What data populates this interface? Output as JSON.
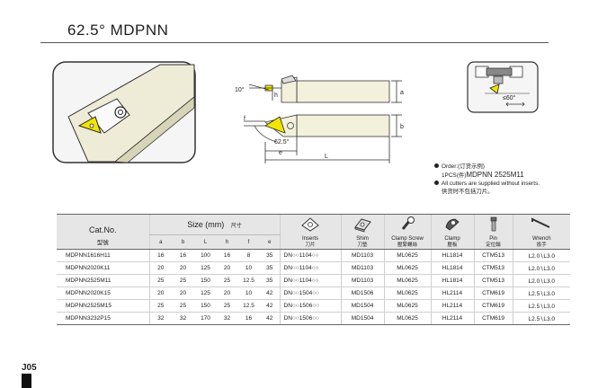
{
  "title": "62.5°  MDPNN",
  "drawing": {
    "angle_10": "10°",
    "dim_h": "h",
    "dim_f": "f",
    "dim_a": "a",
    "dim_b": "b",
    "dim_e": "e",
    "dim_L": "L",
    "angle_62": "62.5°",
    "angle_60": "≤60°"
  },
  "order": {
    "line1": "Order:(订货示例)",
    "line2_prefix": "1PCS(件)",
    "line2_model": "MDPNN 2525M11",
    "line3": "All cutters are supplied without inserts.",
    "line4": "供货时不包括刀片。"
  },
  "table": {
    "catno_en": "Cat.No.",
    "catno_cn": "型號",
    "size_label": "Size (mm)",
    "size_cn": "尺寸",
    "dims": [
      "a",
      "b",
      "L",
      "h",
      "f",
      "e"
    ],
    "parts": [
      {
        "en": "Inserts",
        "cn": "刀片"
      },
      {
        "en": "Shim",
        "cn": "刀墊"
      },
      {
        "en": "Clamp Screw",
        "cn": "壓緊螺絲"
      },
      {
        "en": "Clamp",
        "cn": "壓板"
      },
      {
        "en": "Pin",
        "cn": "定位銷"
      },
      {
        "en": "Wrench",
        "cn": "扳手"
      }
    ],
    "rows": [
      {
        "cat": "MDPNN1616H11",
        "a": "16",
        "b": "16",
        "L": "100",
        "h": "16",
        "f": "8",
        "e": "35",
        "insert": "DN○○1104○○",
        "shim": "MD1103",
        "screw": "ML0625",
        "clamp": "HL1814",
        "pin": "CTM513",
        "wrench": "L2.0∖L3.0"
      },
      {
        "cat": "MDPNN2020K11",
        "a": "20",
        "b": "20",
        "L": "125",
        "h": "20",
        "f": "10",
        "e": "35",
        "insert": "DN○○1104○○",
        "shim": "MD1103",
        "screw": "ML0625",
        "clamp": "HL1814",
        "pin": "CTM513",
        "wrench": "L2.0∖L3.0"
      },
      {
        "cat": "MDPNN2525M11",
        "a": "25",
        "b": "25",
        "L": "150",
        "h": "25",
        "f": "12.5",
        "e": "35",
        "insert": "DN○○1104○○",
        "shim": "MD1103",
        "screw": "ML0625",
        "clamp": "HL1814",
        "pin": "CTM513",
        "wrench": "L2.0∖L3.0"
      },
      {
        "cat": "MDPNN2020K15",
        "a": "20",
        "b": "20",
        "L": "125",
        "h": "20",
        "f": "10",
        "e": "42",
        "insert": "DN○○1504○○",
        "shim": "MD1506",
        "screw": "ML0625",
        "clamp": "HL2114",
        "pin": "CTM619",
        "wrench": "L2.5∖L3.0"
      },
      {
        "cat": "MDPNN2525M15",
        "a": "25",
        "b": "25",
        "L": "150",
        "h": "25",
        "f": "12.5",
        "e": "42",
        "insert": "DN○○1506○○",
        "shim": "MD1504",
        "screw": "ML0625",
        "clamp": "HL2114",
        "pin": "CTM619",
        "wrench": "L2.5∖L3.0"
      },
      {
        "cat": "MDPNN3232P15",
        "a": "32",
        "b": "32",
        "L": "170",
        "h": "32",
        "f": "16",
        "e": "42",
        "insert": "DN○○1506○○",
        "shim": "MD1504",
        "screw": "ML0625",
        "clamp": "HL2114",
        "pin": "CTM619",
        "wrench": "L2.5∖L3.0"
      }
    ]
  },
  "page_number": "J05",
  "colors": {
    "insert_yellow": "#f2e600",
    "holder_fill": "#f3f0dc",
    "header_gray": "#e6e6e6"
  }
}
